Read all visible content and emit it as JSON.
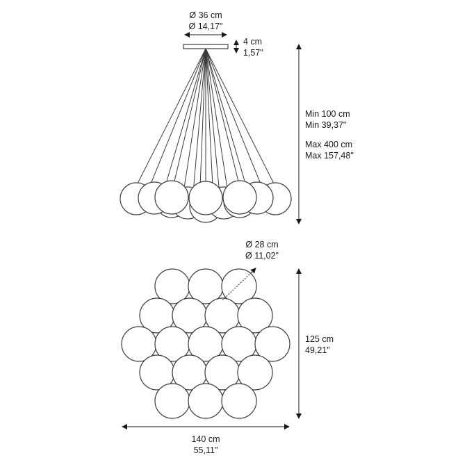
{
  "canopy": {
    "diameter_cm": "Ø 36 cm",
    "diameter_in": "Ø 14,17\"",
    "height_cm": "4 cm",
    "height_in": "1,57\""
  },
  "suspension": {
    "min_cm": "Min 100 cm",
    "min_in": "Min 39,37\"",
    "max_cm": "Max 400 cm",
    "max_in": "Max 157,48\""
  },
  "globe": {
    "diameter_cm": "Ø 28 cm",
    "diameter_in": "Ø 11,02\""
  },
  "cluster": {
    "depth_cm": "125 cm",
    "depth_in": "49,21\"",
    "width_cm": "140 cm",
    "width_in": "55,11\""
  }
}
